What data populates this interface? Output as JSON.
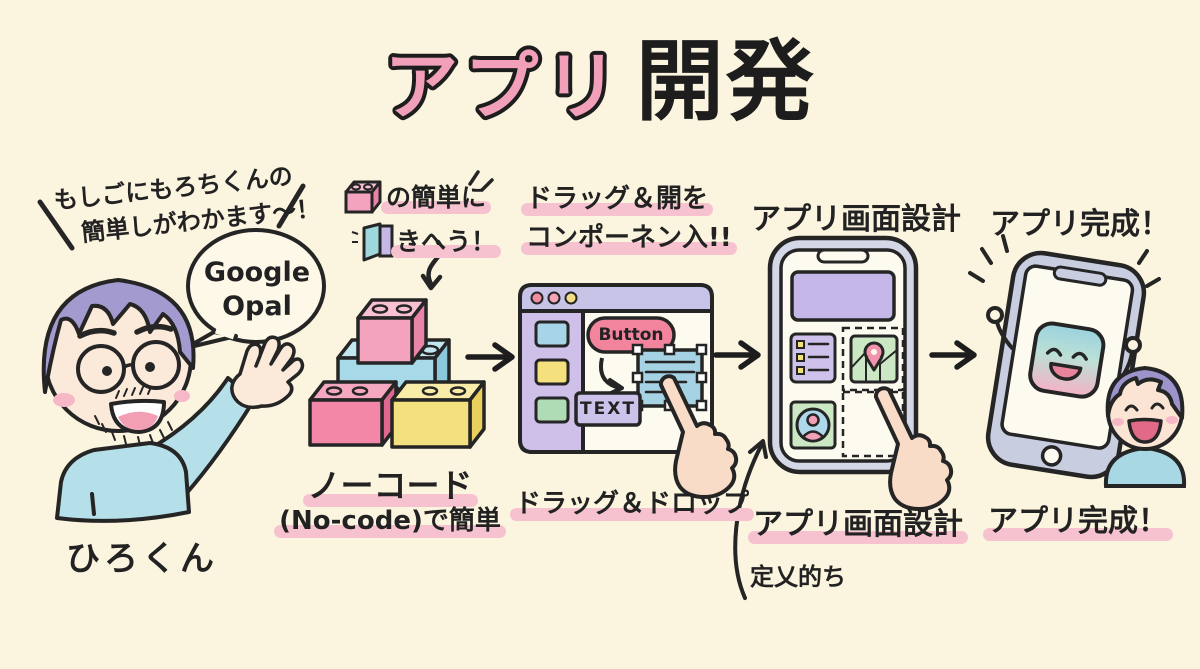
{
  "title": {
    "pink": "アプリ",
    "black": "開発"
  },
  "note_top_left": {
    "line1": "もしごにもろちくんの",
    "line2": "簡単しがわかます〜！"
  },
  "character": {
    "name": "ひろくん",
    "speech_line1": "Google",
    "speech_line2": "Opal"
  },
  "step1": {
    "note1": "の簡単に",
    "note2": "きへう！",
    "label1": "ノーコード",
    "label2": "(No-code)で簡単"
  },
  "step2": {
    "note1": "ドラッグ＆開を",
    "note2": "コンポーネン入!!",
    "button": "Button",
    "textbox": "TEXT",
    "label": "ドラッグ＆ドロップ"
  },
  "step3": {
    "top_label": "アプリ画面設計",
    "bottom_label": "アプリ画面設計",
    "note": "定乂的ち"
  },
  "step4": {
    "top_label": "アプリ完成！",
    "bottom_label": "アプリ完成！"
  },
  "colors": {
    "background": "#FBF4DF",
    "accent_pink": "#F2A3BC",
    "highlight": "#F7C2CF",
    "lego_pink": "#F4A3BE",
    "lego_blue": "#A7D9E8",
    "lego_yellow": "#F3E07E",
    "ui_purple": "#C7C4E8",
    "skin": "#FBE9D9",
    "shirt_blue": "#B5E0EA",
    "hair_purple": "#A39BCF"
  }
}
